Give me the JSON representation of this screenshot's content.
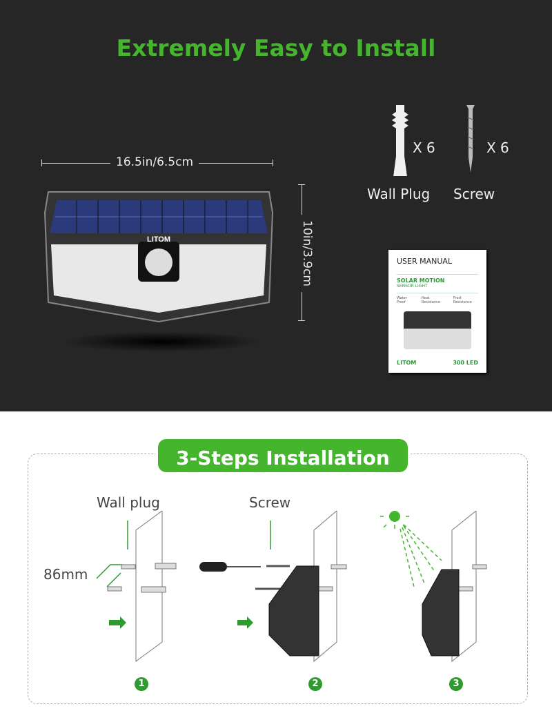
{
  "top": {
    "title": "Extremely Easy to Install",
    "width_label": "16.5in/6.5cm",
    "height_label": "10in/3.9cm",
    "product_logo": "LITOM",
    "accessories": [
      {
        "name": "Wall Plug",
        "qty": "X 6"
      },
      {
        "name": "Screw",
        "qty": "X 6"
      }
    ],
    "manual": {
      "heading": "USER MANUAL",
      "product_line1": "SOLAR MOTION",
      "product_line2": "SENSOR LIGHT",
      "features": [
        "Water Proof",
        "Heat Resistance",
        "Frost Resistance"
      ],
      "brand": "LITOM",
      "led_count": "300 LED"
    }
  },
  "install": {
    "title": "3-Steps Installation",
    "step1_label": "Wall plug",
    "step2_label": "Screw",
    "spacing_label": "86mm",
    "steps": [
      "1",
      "2",
      "3"
    ]
  },
  "colors": {
    "accent": "#45b52e",
    "dark_bg": "#262626"
  }
}
